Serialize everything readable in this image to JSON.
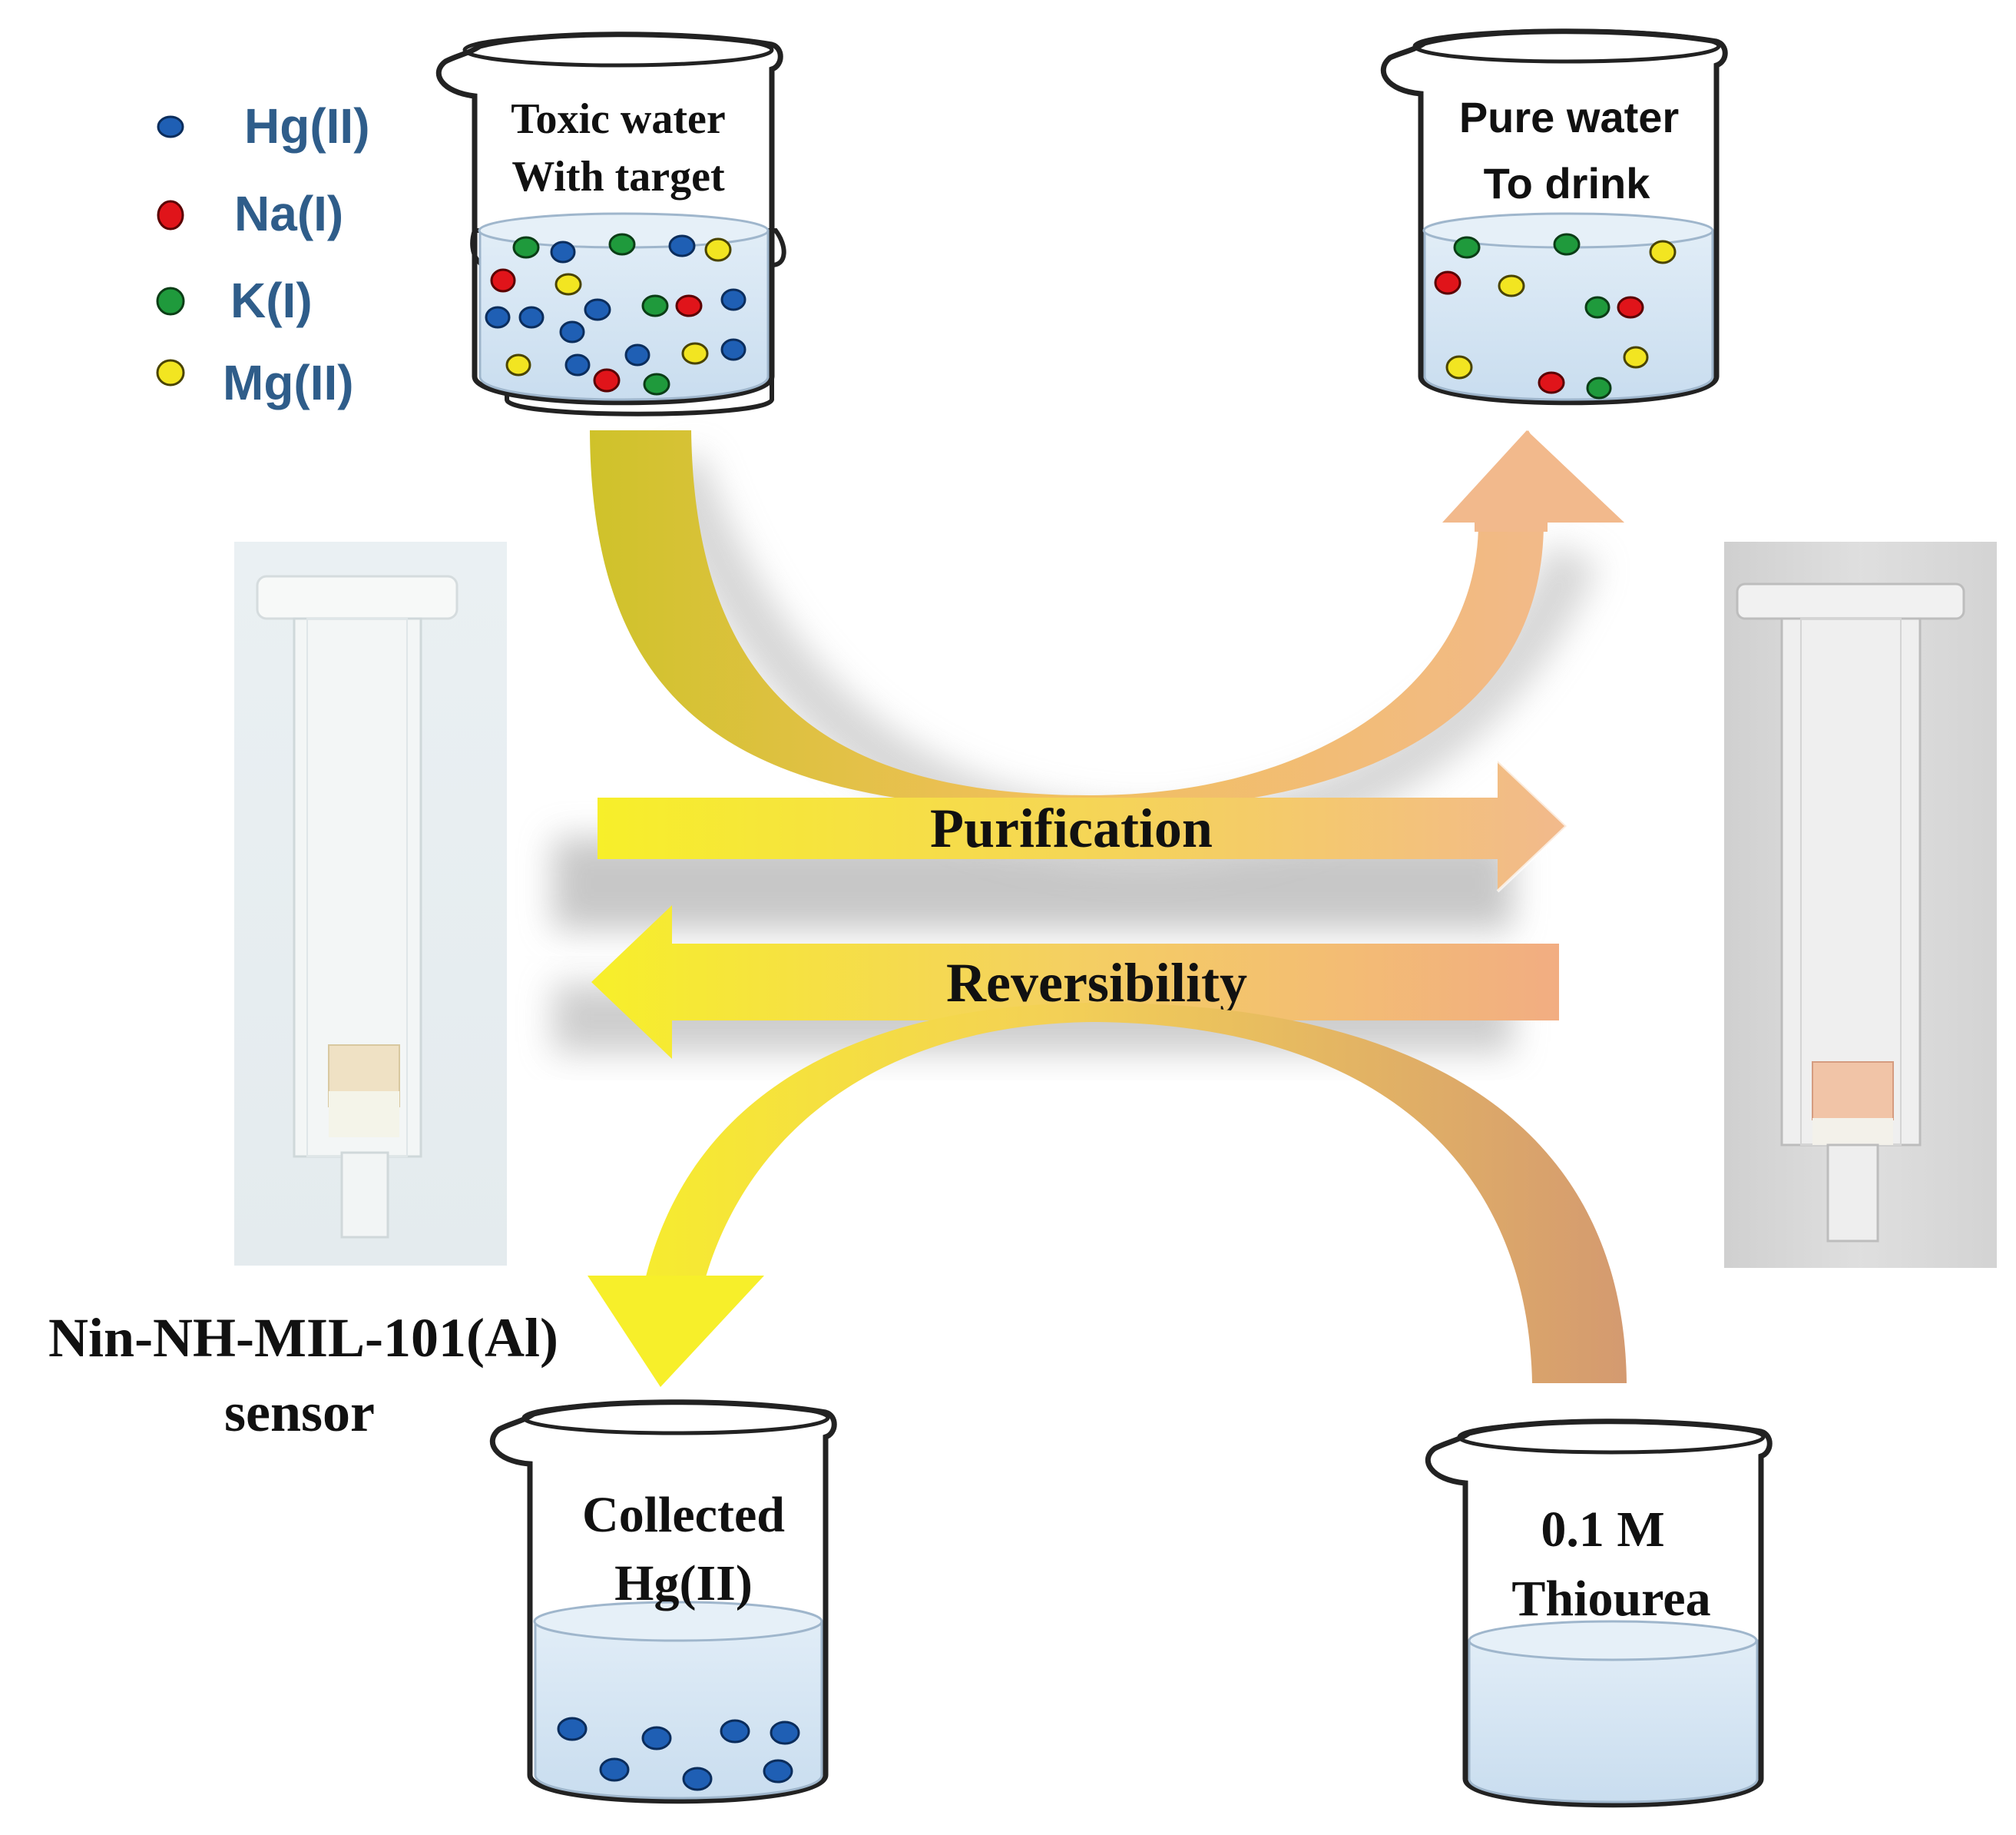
{
  "legend": {
    "items": [
      {
        "label": "Hg(II)",
        "color": "#1f5fb4"
      },
      {
        "label": "Na(I)",
        "color": "#e0141a"
      },
      {
        "label": "K(I)",
        "color": "#1f9a3c"
      },
      {
        "label": "Mg(II)",
        "color": "#f2e521"
      }
    ],
    "text_color": "#2f5d8a"
  },
  "beakers": {
    "toxic": {
      "line1": "Toxic water",
      "line2": "With target"
    },
    "pure": {
      "line1": "Pure water",
      "line2": "To drink"
    },
    "collected": {
      "line1": "Collected",
      "line2": "Hg(II)"
    },
    "thiourea": {
      "line1": "0.1 M",
      "line2": "Thiourea"
    }
  },
  "arrows": {
    "purification": "Purification",
    "reversibility": "Reversibility"
  },
  "sensor": {
    "line1": "Nin-NH-MIL-101(Al)",
    "line2": "sensor"
  },
  "colors": {
    "yellow": "#f7ef2a",
    "olive": "#cfc22a",
    "peach": "#f2b98c",
    "brown": "#d49a70",
    "water": "#d7e6f3"
  }
}
